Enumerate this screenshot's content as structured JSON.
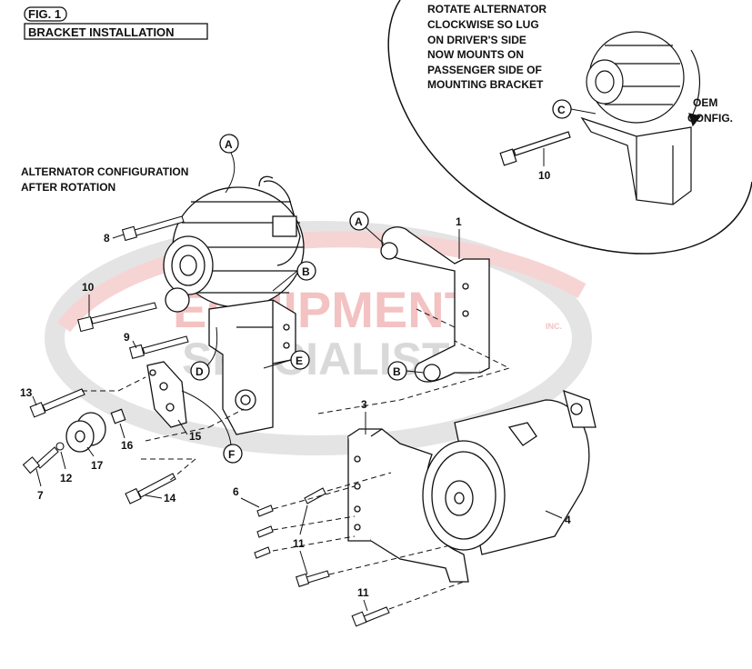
{
  "figure": {
    "number": "FIG. 1",
    "title": "BRACKET INSTALLATION"
  },
  "notes": {
    "after_rotation": [
      "ALTERNATOR CONFIGURATION",
      "AFTER ROTATION"
    ],
    "rotate_instruction": [
      "ROTATE ALTERNATOR",
      "CLOCKWISE SO LUG",
      "ON DRIVER'S SIDE",
      "NOW MOUNTS ON",
      "PASSENGER SIDE OF",
      "MOUNTING BRACKET"
    ],
    "oem": [
      "OEM",
      "CONFIG."
    ]
  },
  "watermark": {
    "line1": "EQUIPMENT",
    "line2": "SPECIALISTS",
    "tag": "INC.",
    "color_red": "#f3c2c2",
    "color_grey": "#d9d9d9"
  },
  "callouts": {
    "A_top": "A",
    "A_bracket": "A",
    "B_top": "B",
    "B_bracket": "B",
    "C": "C",
    "D": "D",
    "E": "E",
    "F": "F"
  },
  "parts": {
    "p1": "1",
    "p3": "3",
    "p4": "4",
    "p6": "6",
    "p7": "7",
    "p8": "8",
    "p9": "9",
    "p10_main": "10",
    "p10_inset": "10",
    "p11_a": "11",
    "p11_b": "11",
    "p12": "12",
    "p13": "13",
    "p14": "14",
    "p15": "15",
    "p16": "16",
    "p17": "17"
  }
}
